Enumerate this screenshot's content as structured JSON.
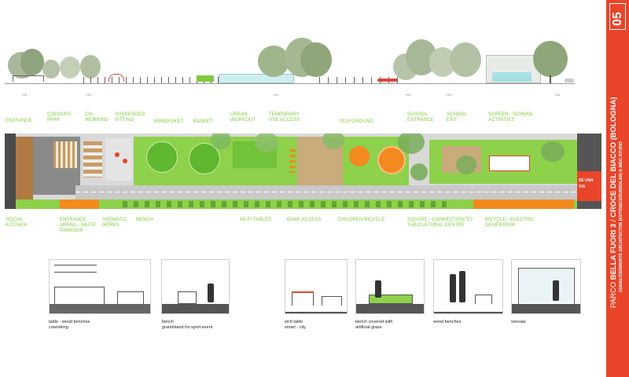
{
  "header": {
    "number": "05",
    "title_a": "PARCO ",
    "title_b": "BELLA FUORI 3",
    "title_sep": " / ",
    "title_c": "CROCE DEL BIACCO (BOLOGNA)",
    "credits": "GIAVALOSDIMONTE ARCHITECTOR (ESTONECERUBSOLAR) & WEG STUDIO"
  },
  "elevation_tags": [
    "H34",
    "H01",
    "H01",
    "H08",
    "H09",
    "H34"
  ],
  "top_labels": [
    "ENTRANCE",
    "COLOURS PARK",
    "CO-WORKING",
    "SUSPENDED SITTING",
    "MINIBASKET",
    "BASKET",
    "URBAN WORKOUT",
    "TEMPORARY USE ACCESS",
    "PLAYGROUND",
    "SCHOOL ENTRANCE",
    "SCHOOL EXIT",
    "SCREEN - SCHOOL ACTIVITIES"
  ],
  "bottom_labels": [
    "SOCIAL KITCHEN",
    "ENTRANCE ARENA - SKATE PARKOUR",
    "AROMATIC HERBS",
    "BENCH",
    "WI-FI TABLES",
    "BANK ACCESS",
    "CHILDREN BICYCLE",
    "SQUARE - CONNECTION TO THE CULTURAL CENTRE",
    "BICYCLE - ELECTRIC GENERATOR"
  ],
  "plan_sign": "SE UNA VIA",
  "details": [
    {
      "line1": "table - wood benches",
      "line2": "coworking"
    },
    {
      "line1": "bench",
      "line2": "grandstand for sport event"
    },
    {
      "line1": "wi-fi table",
      "line2": "smart - city"
    },
    {
      "line1": "bench covered with",
      "line2": "artificial grass"
    },
    {
      "line1": "wood benches",
      "line2": ""
    },
    {
      "line1": "seesaw",
      "line2": ""
    }
  ],
  "colors": {
    "accent": "#e8452a",
    "green": "#7ecb3a",
    "orange": "#f28a1e",
    "road": "#c9c9c9"
  }
}
